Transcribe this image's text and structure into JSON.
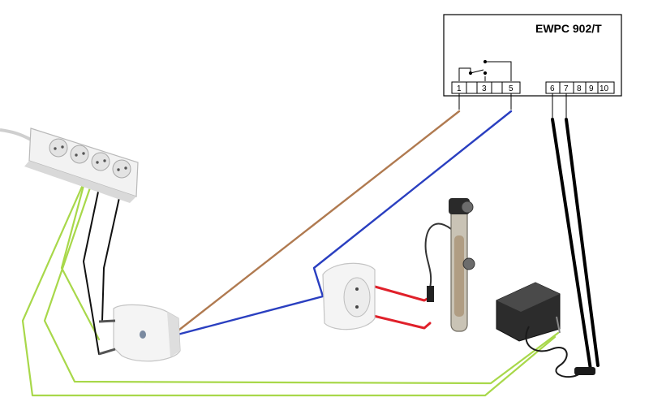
{
  "controller": {
    "model": "EWPC 902/T",
    "terminals": [
      "1",
      "",
      "3",
      "",
      "5",
      "6",
      "7",
      "8",
      "9",
      "10"
    ]
  },
  "wire_colors": {
    "brown": "#b07a50",
    "blue": "#2a3fc0",
    "green": "#a8d84a",
    "black": "#000000",
    "red": "#e0202a"
  }
}
